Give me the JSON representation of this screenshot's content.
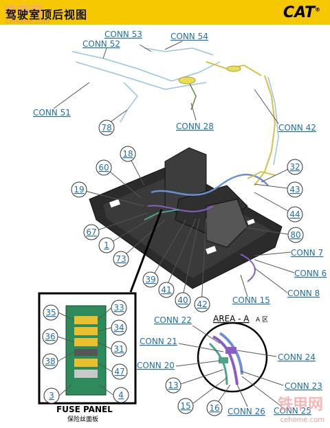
{
  "header": {
    "title": "驾驶室顶后视图",
    "watermark": "铁甲网",
    "watermark_url": "cehome.com",
    "logo": "CAT",
    "logo_mark": "®"
  },
  "connectors": {
    "conn53": "CONN 53",
    "conn54": "CONN 54",
    "conn52": "CONN 52",
    "conn51": "CONN 51",
    "conn28": "CONN 28",
    "conn42": "CONN 42",
    "conn7": "CONN 7",
    "conn6": "CONN 6",
    "conn8": "CONN 8",
    "conn15": "CONN 15",
    "conn22": "CONN 22",
    "conn21": "CONN 21",
    "conn20": "CONN 20",
    "conn24": "CONN 24",
    "conn23": "CONN 23",
    "conn26": "CONN 26",
    "conn25": "CONN 25"
  },
  "callouts": {
    "c78": "78",
    "c18": "18",
    "c60": "60",
    "c19": "19",
    "c67": "67",
    "c1": "1",
    "c73": "73",
    "c39": "39",
    "c41": "41",
    "c40": "40",
    "c42": "42",
    "c32": "32",
    "c43": "43",
    "c44": "44",
    "c80": "80",
    "c13": "13",
    "c15": "15",
    "c16": "16"
  },
  "fuse_panel": {
    "title": "FUSE PANEL",
    "subtitle": "保险丝面板",
    "callouts": {
      "c35": "35",
      "c33": "33",
      "c36": "36",
      "c34": "34",
      "c31": "31",
      "c38": "38",
      "c47": "47",
      "c3": "3",
      "c4": "4"
    }
  },
  "area_a": {
    "label": "AREA - A",
    "sub_label": "A  区"
  },
  "footer_watermark": {
    "text": "铁甲网",
    "url": "cehome.com"
  }
}
